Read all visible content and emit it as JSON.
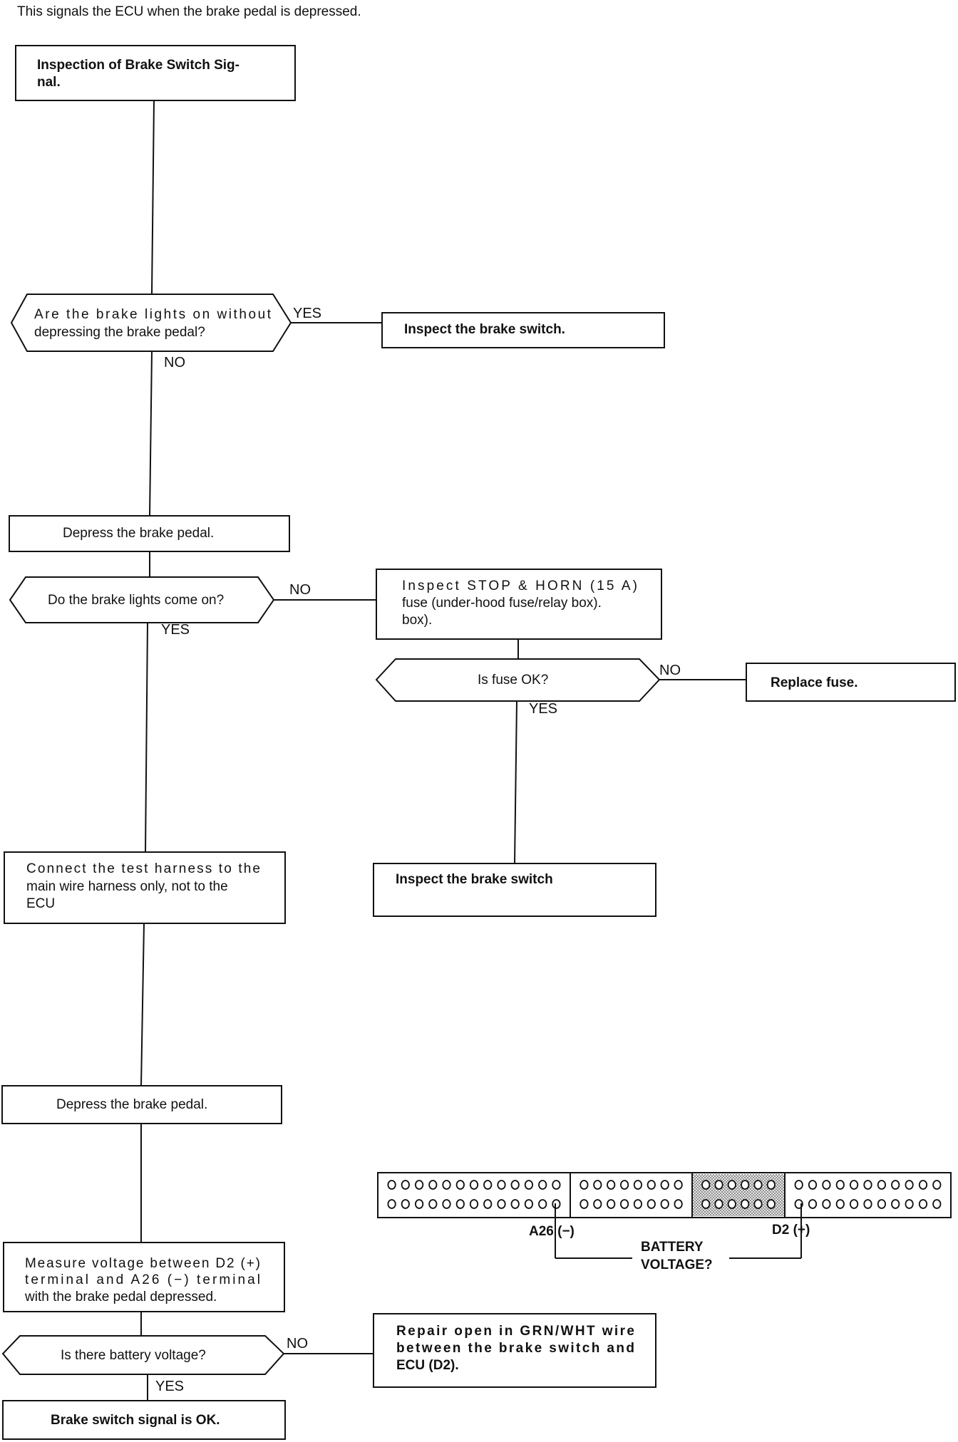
{
  "intro": "This signals the ECU when the brake pedal is depressed.",
  "nodes": {
    "start": [
      "Inspection of Brake Switch Sig-",
      "nal."
    ],
    "q_lights_on": [
      "Are the brake lights on without",
      "depressing the brake pedal?"
    ],
    "inspect_switch_1": [
      "Inspect the brake switch."
    ],
    "depress_1": [
      "Depress the brake pedal."
    ],
    "q_come_on": [
      "Do the brake lights come on?"
    ],
    "inspect_fuse": [
      "Inspect STOP & HORN (15 A)",
      "fuse (under-hood fuse/relay box).",
      "box)."
    ],
    "q_fuse_ok": [
      "Is fuse OK?"
    ],
    "replace_fuse": [
      "Replace fuse."
    ],
    "inspect_switch_2": [
      "Inspect the brake switch"
    ],
    "connect_harness": [
      "Connect the test harness to the",
      "main wire harness only, not to the",
      "ECU"
    ],
    "depress_2": [
      "Depress the brake pedal."
    ],
    "measure": [
      "Measure voltage between D2 (+)",
      "terminal and A26 (−) terminal",
      "with the brake pedal depressed."
    ],
    "q_battery": [
      "Is there battery voltage?"
    ],
    "repair": [
      "Repair open in GRN/WHT wire",
      "between the brake switch and",
      "ECU (D2)."
    ],
    "ok": [
      "Brake switch signal is OK."
    ]
  },
  "branch_labels": {
    "yes": "YES",
    "no": "NO"
  },
  "connector": {
    "terminal_neg": "A26 (−)",
    "terminal_pos": "D2 (+)",
    "question": [
      "BATTERY",
      "VOLTAGE?"
    ],
    "sections": [
      {
        "rows": 2,
        "cols": 13,
        "shaded": false
      },
      {
        "rows": 2,
        "cols": 8,
        "shaded": false
      },
      {
        "rows": 2,
        "cols": 6,
        "shaded": true
      },
      {
        "rows": 2,
        "cols": 11,
        "shaded": false
      }
    ]
  },
  "colors": {
    "ink": "#111111",
    "paper": "#ffffff",
    "shading": "#bdbdbd"
  }
}
